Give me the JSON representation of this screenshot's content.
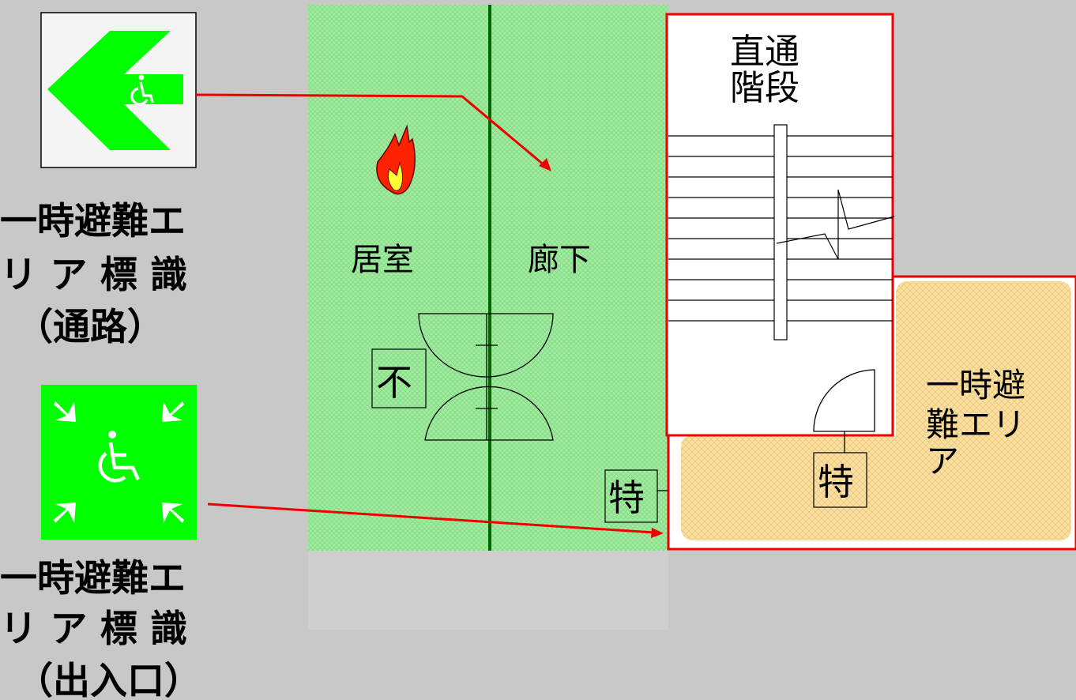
{
  "signs": {
    "passage": {
      "label_lines": [
        "一時避難エ",
        "リ ア 標 識",
        "（通路）"
      ],
      "icon": "wheelchair-arrow-sign-icon",
      "color": "#00ff00"
    },
    "entrance": {
      "label_lines": [
        "一時避難エ",
        "リ ア 標 識",
        "（出入口）"
      ],
      "icon": "wheelchair-assembly-sign-icon",
      "color": "#00ff00"
    }
  },
  "plan": {
    "room_label": "居室",
    "corridor_label": "廊下",
    "stair_label_lines": [
      "直通",
      "階段"
    ],
    "refuge_label_lines": [
      "一時避",
      "難エリ",
      "ア"
    ],
    "fire_door_mark": "不",
    "special_door_mark_left": "特",
    "special_door_mark_right": "特"
  },
  "colors": {
    "floor_green": "#99e699",
    "wall_green": "#006600",
    "refuge_yellow": "#f5d79a",
    "boundary_red": "#ee0000",
    "fire_red": "#ff2200",
    "fire_yellow": "#ffff33"
  }
}
